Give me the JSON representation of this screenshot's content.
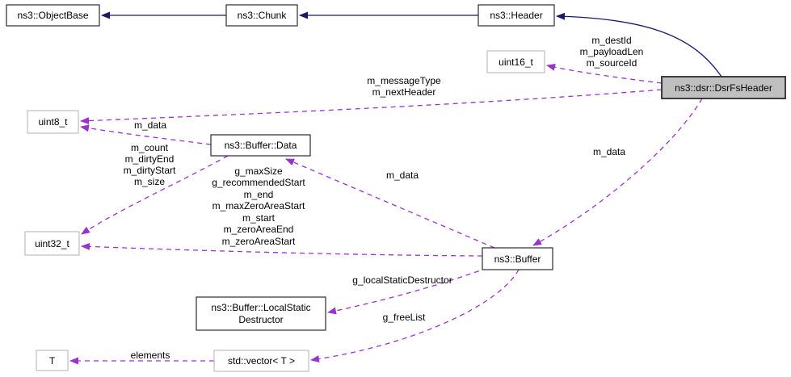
{
  "diagram": {
    "kind": "doxygen-collaboration-graph",
    "nodes": {
      "object_base": "ns3::ObjectBase",
      "chunk": "ns3::Chunk",
      "header": "ns3::Header",
      "uint16_t": "uint16_t",
      "dsr_fs_header": "ns3::dsr::DsrFsHeader",
      "uint8_t": "uint8_t",
      "buffer_data": "ns3::Buffer::Data",
      "uint32_t": "uint32_t",
      "buffer": "ns3::Buffer",
      "local_static_destructor": [
        "ns3::Buffer::LocalStatic",
        "Destructor"
      ],
      "t": "T",
      "std_vector": "std::vector< T >"
    },
    "edge_labels": {
      "dsr_to_uint16": [
        "m_destId",
        "m_payloadLen",
        "m_sourceId"
      ],
      "dsr_to_uint8": [
        "m_messageType",
        "m_nextHeader"
      ],
      "bufferdata_to_uint8": "m_data",
      "bufferdata_to_uint32": [
        "m_count",
        "m_dirtyEnd",
        "m_dirtyStart",
        "m_size"
      ],
      "buffer_to_uint32": [
        "g_maxSize",
        "g_recommendedStart",
        "m_end",
        "m_maxZeroAreaStart",
        "m_start",
        "m_zeroAreaEnd",
        "m_zeroAreaStart"
      ],
      "buffer_to_bufferdata": "m_data",
      "dsr_to_buffer": "m_data",
      "buffer_to_destructor": "g_localStaticDestructor",
      "buffer_to_vector": "g_freeList",
      "vector_to_t": "elements"
    },
    "colors": {
      "inheritance_arrow": "#191970",
      "usage_arrow": "#9a32cd",
      "selected_node_fill": "#bfbfbf",
      "node_border": "#2b2b2b",
      "external_node_border": "#bebebe"
    }
  }
}
